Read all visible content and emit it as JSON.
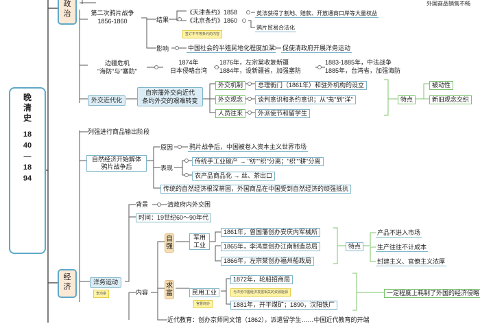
{
  "root": {
    "title": "晚清史",
    "title_chars": [
      "晚",
      "清",
      "史"
    ],
    "years": "1840—1894"
  },
  "politics": {
    "label": "政治",
    "label_chars": [
      "政",
      "治"
    ],
    "top_right": "外国商品销售不畅",
    "opium_war": {
      "title": "第二次鸦片战争",
      "years": "1856-1860",
      "result_label": "结果",
      "treaties": [
        "《天津条约》1858",
        "《北京条约》1860"
      ],
      "outcomes": [
        "英法获得了割地、赔款、开放通商口岸等大量权益",
        "鸦片贸易合法化"
      ],
      "note": "签订不平等条约的内容",
      "impact_label": "影响",
      "impact_items": [
        "中国社会的半殖民地化程度加深",
        "促使清政府开展洋务运动"
      ]
    },
    "frontier": {
      "title": "边疆危机",
      "subtitle": "\"海防\"与\"塞防\"",
      "events": [
        {
          "year": "1874年",
          "text": "日本侵略台湾"
        },
        {
          "year": "1876年，左宗棠收复新疆",
          "text": "1884年，设新疆省，加强塞防"
        },
        {
          "year": "1883-1885年，中法战争",
          "text": "1885年，台湾省，加强海防"
        }
      ]
    },
    "diplomacy": {
      "title": "外交近代化",
      "subtitle_1": "自宗藩外交向近代",
      "subtitle_2": "条约外交的艰难转变",
      "items": [
        {
          "label": "外交机制",
          "text": "总理衙门（1861年）和驻外机构的设立"
        },
        {
          "label": "外交观念",
          "text": "谈判意识和条约意识；从\"夷\"到\"洋\""
        },
        {
          "label": "人员往来",
          "text": "外派使节和留学生"
        }
      ],
      "feature_label": "特点",
      "features": [
        "被动性",
        "新旧观念交织"
      ]
    }
  },
  "economy": {
    "label": "经济",
    "label_chars": [
      "经",
      "济"
    ],
    "goods_export": "列强进行商品输出阶段",
    "natural_econ": {
      "title_1": "自然经济开始解体",
      "title_2": "鸦片战争后",
      "cause_label": "原因",
      "cause": "鸦片战争后，中国被卷入资本主义世界市场",
      "manifest_label": "表现",
      "manifest": [
        "传统手工业破产 → \"纺\"\"织\"分离；\"织\"\"耕\"分离",
        "农产品商品化 → 丝、茶出口"
      ],
      "result": "传统的自然经济根深蒂固，外国商品在中国受到自然经济的顽强抵抗"
    },
    "westernization": {
      "title": "洋务运动",
      "note": "李鸿章",
      "background_label": "背景",
      "background": "清政府内外交困",
      "time": "时间：19世纪60～90年代",
      "content_label": "内容",
      "self_strength_label": "自强",
      "military_label": "军用工业",
      "military_items": [
        "1861年，曾国藩创办安庆内军械所",
        "1865年，李鸿章创办江南制造总局",
        "1866年，左宗棠创办福州船政局"
      ],
      "feature_label": "特点",
      "features": [
        "产品不进入市场",
        "生产往往不计成本",
        "封建主义、官僚主义浓厚"
      ],
      "wealth_label": "求富",
      "civil_label": "民用工业",
      "civil_note": "官督商办",
      "civil_items": [
        "1872年，轮船招商局",
        "1881年，开平煤矿；1890，汉阳铁厂"
      ],
      "civil_subnote": "与洋务中国经济发展相关的资源能源",
      "civil_effect": "一定程度上耗制了外国的经济侵略",
      "bottom_cut": "近代教育：创办京师同文馆（1862），派遣留学生……中国近代教育的开端"
    }
  }
}
